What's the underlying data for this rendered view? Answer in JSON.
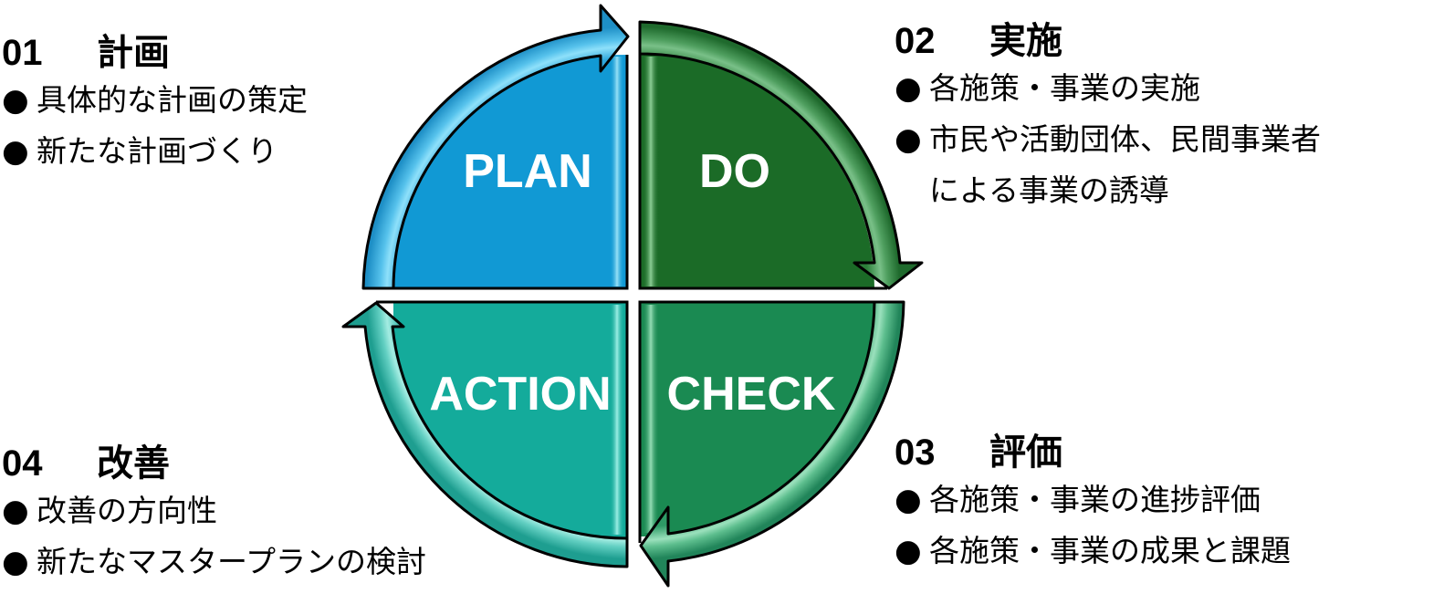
{
  "title": "PDCA cycle",
  "steps": {
    "plan": {
      "number": "01",
      "heading": "計画",
      "quadrant_label": "PLAN",
      "color": "#1199D4",
      "items": [
        "具体的な計画の策定",
        "新たな計画づくり"
      ]
    },
    "do": {
      "number": "02",
      "heading": "実施",
      "quadrant_label": "DO",
      "color": "#1B6B27",
      "items": [
        "各施策・事業の実施",
        "市民や活動団体、民間事業者",
        "による事業の誘導"
      ]
    },
    "check": {
      "number": "03",
      "heading": "評価",
      "quadrant_label": "CHECK",
      "color": "#1A8A52",
      "items": [
        "各施策・事業の進捗評価",
        "各施策・事業の成果と課題"
      ]
    },
    "action": {
      "number": "04",
      "heading": "改善",
      "quadrant_label": "ACTION",
      "color": "#14AB9B",
      "items": [
        "改善の方向性",
        "新たなマスタープランの検討"
      ]
    }
  },
  "bullet_glyph": "●"
}
